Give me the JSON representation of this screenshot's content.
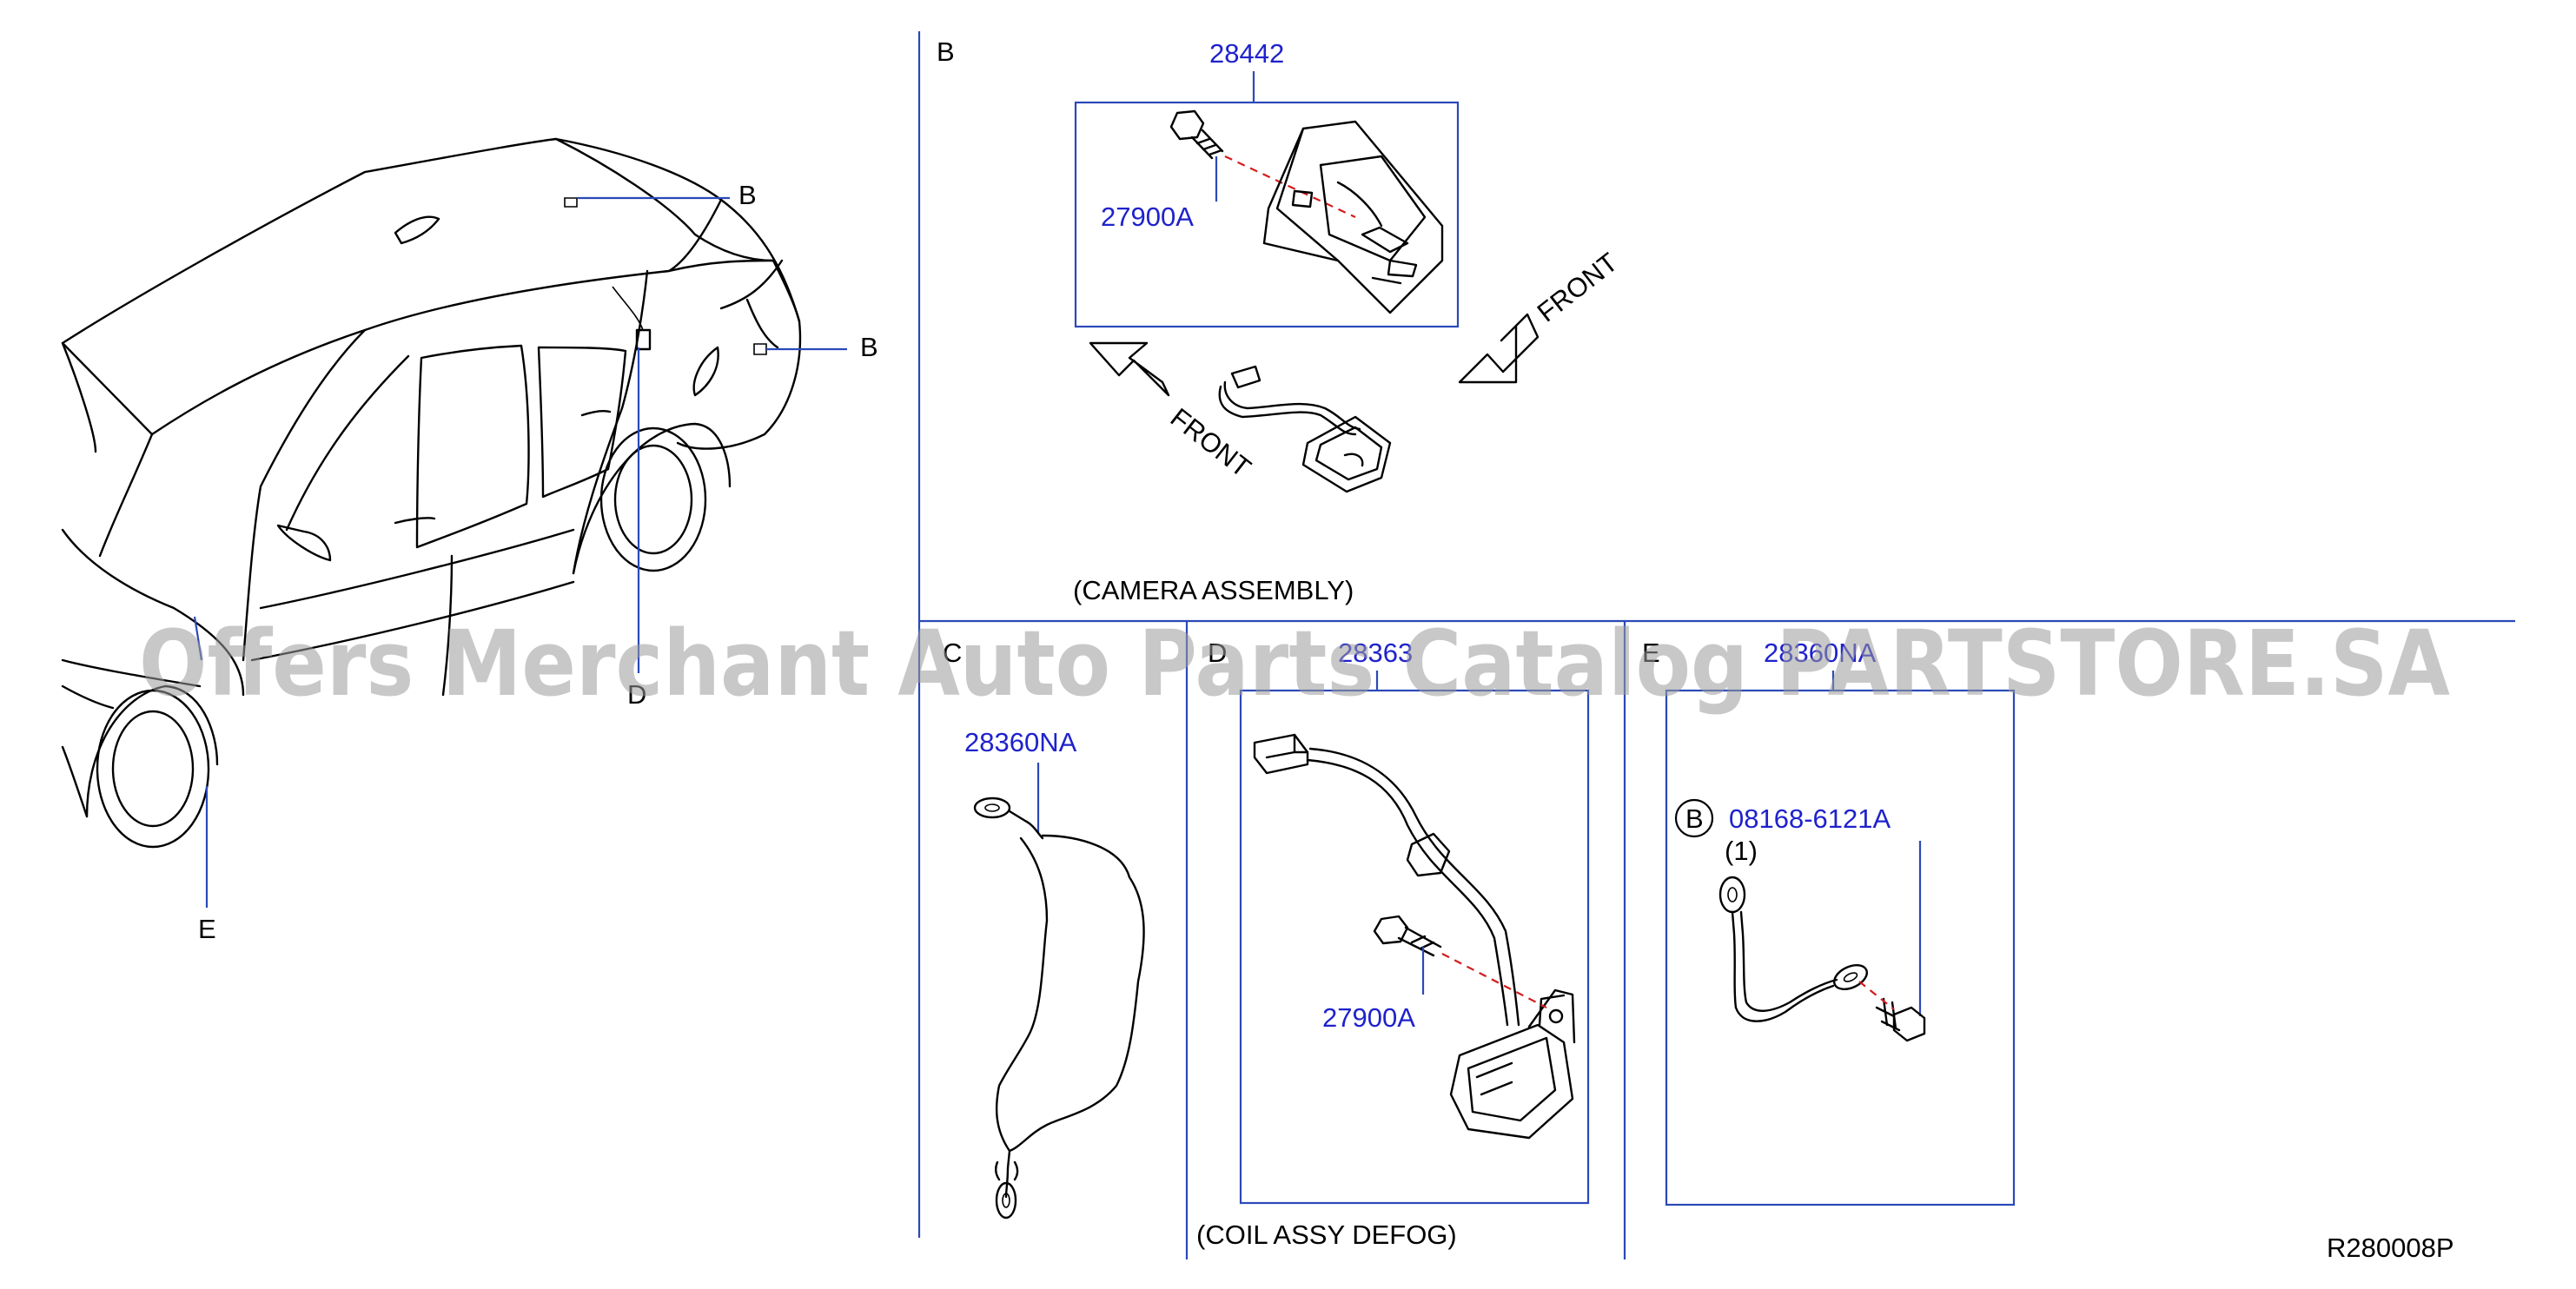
{
  "diagram": {
    "sections": {
      "b": "B",
      "c": "C",
      "d": "D",
      "e": "E"
    },
    "car_callouts": {
      "b_roof": "B",
      "b_trunk": "B",
      "d": "D",
      "e": "E"
    },
    "parts": {
      "camera_assy": "28442",
      "camera_bolt": "27900A",
      "ground_strap_c": "28360NA",
      "coil_defog": "28363",
      "coil_bolt": "27900A",
      "ground_strap_e": "28360NA",
      "ground_bolt": "08168-6121A",
      "ground_bolt_qty": "(1)",
      "bolt_symbol": "B"
    },
    "front_upper": "FRONT",
    "front_lower": "FRONT",
    "captions": {
      "camera": "(CAMERA ASSEMBLY)",
      "coil": "(COIL ASSY DEFOG)"
    },
    "ref_code": "R280008P",
    "watermark": "Offers Merchant Auto Parts Catalog PARTSTORE.SA"
  },
  "colors": {
    "part_number": "#1f22cc",
    "frame": "#2b49b8",
    "hidden_dash": "#d41c1c"
  }
}
